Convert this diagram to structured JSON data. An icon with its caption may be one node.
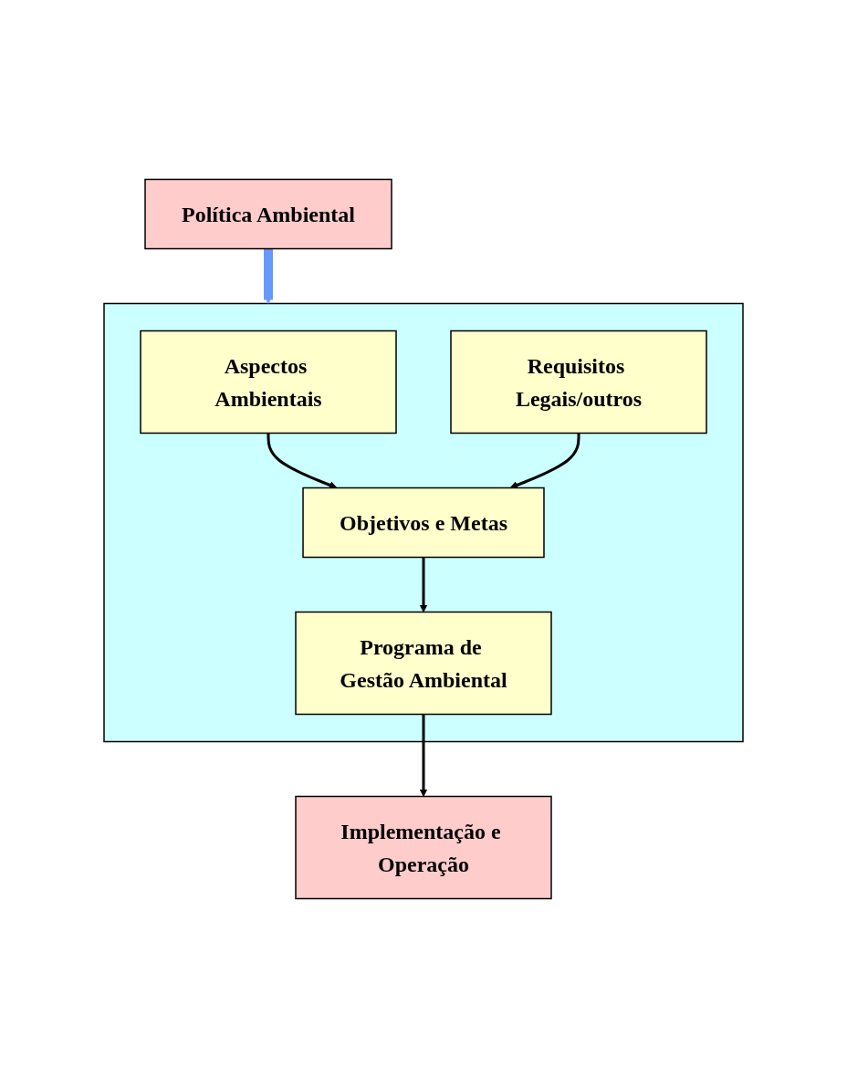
{
  "diagram": {
    "nodes": [
      {
        "text": [
          "Política Ambiental"
        ]
      },
      {
        "text": [],
        "shape": "box"
      },
      {
        "text": [
          "Aspectos Ambientais"
        ],
        "in": 1
      },
      {
        "text": [
          "Requisitos Legais/outros"
        ],
        "in": 1
      },
      {
        "text": [
          "Objetivos e Metas"
        ],
        "in": 1
      },
      {
        "text": [
          "Programa de Gestão Ambiental"
        ],
        "in": 1
      },
      {
        "text": [
          "Implementação e Operação"
        ]
      }
    ],
    "edges": [
      {
        "from": 0,
        "to": 1,
        "arrow": "to",
        "style": "thick",
        "color": "#6699ff"
      },
      {
        "from": 2,
        "to": 4,
        "arrow": "to"
      },
      {
        "from": 3,
        "to": 4,
        "arrow": "to"
      },
      {
        "from": 4,
        "to": 5,
        "arrow": "to"
      },
      {
        "from": 5,
        "to": 6,
        "arrow": "to"
      }
    ]
  }
}
